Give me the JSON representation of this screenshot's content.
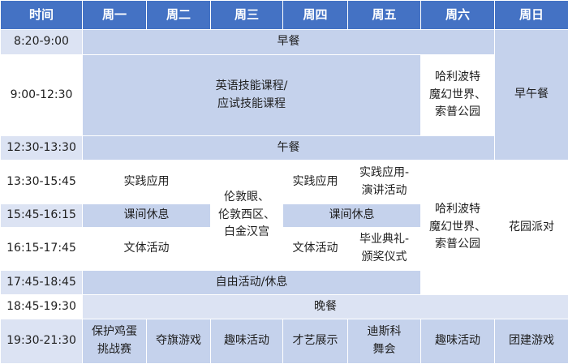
{
  "headers": [
    "时间",
    "周一",
    "周二",
    "周三",
    "周四",
    "周五",
    "周六",
    "周日"
  ],
  "times": [
    "8:20-9:00",
    "9:00-12:30",
    "12:30-13:30",
    "13:30-15:45",
    "15:45-16:15",
    "16:15-17:45",
    "17:45-18:45",
    "18:45-19:30",
    "19:30-21:30"
  ],
  "cells": {
    "breakfast": "早餐",
    "english_course": "英语技能课程/\n应试技能课程",
    "sat_morning": "哈利波特\n魔幻世界、\n索普公园",
    "sun_brunch": "早午餐",
    "lunch": "午餐",
    "practice_mon_tue": "实践应用",
    "wed_tour": "伦敦眼、\n伦敦西区、\n白金汉宫",
    "practice_thu": "实践应用",
    "practice_fri": "实践应用-\n演讲活动",
    "sat_afternoon": "哈利波特\n魔幻世界、\n索普公园",
    "sun_party": "花园派对",
    "break_mon_tue": "课间休息",
    "break_thu_fri": "课间休息",
    "culture_mon_tue": "文体活动",
    "culture_thu": "文体活动",
    "graduation": "毕业典礼-\n颁奖仪式",
    "free_time": "自由活动/休息",
    "dinner": "晚餐",
    "evening": [
      "保护鸡蛋\n挑战赛",
      "夺旗游戏",
      "趣味活动",
      "才艺展示",
      "迪斯科\n舞会",
      "趣味活动",
      "团建游戏"
    ]
  }
}
